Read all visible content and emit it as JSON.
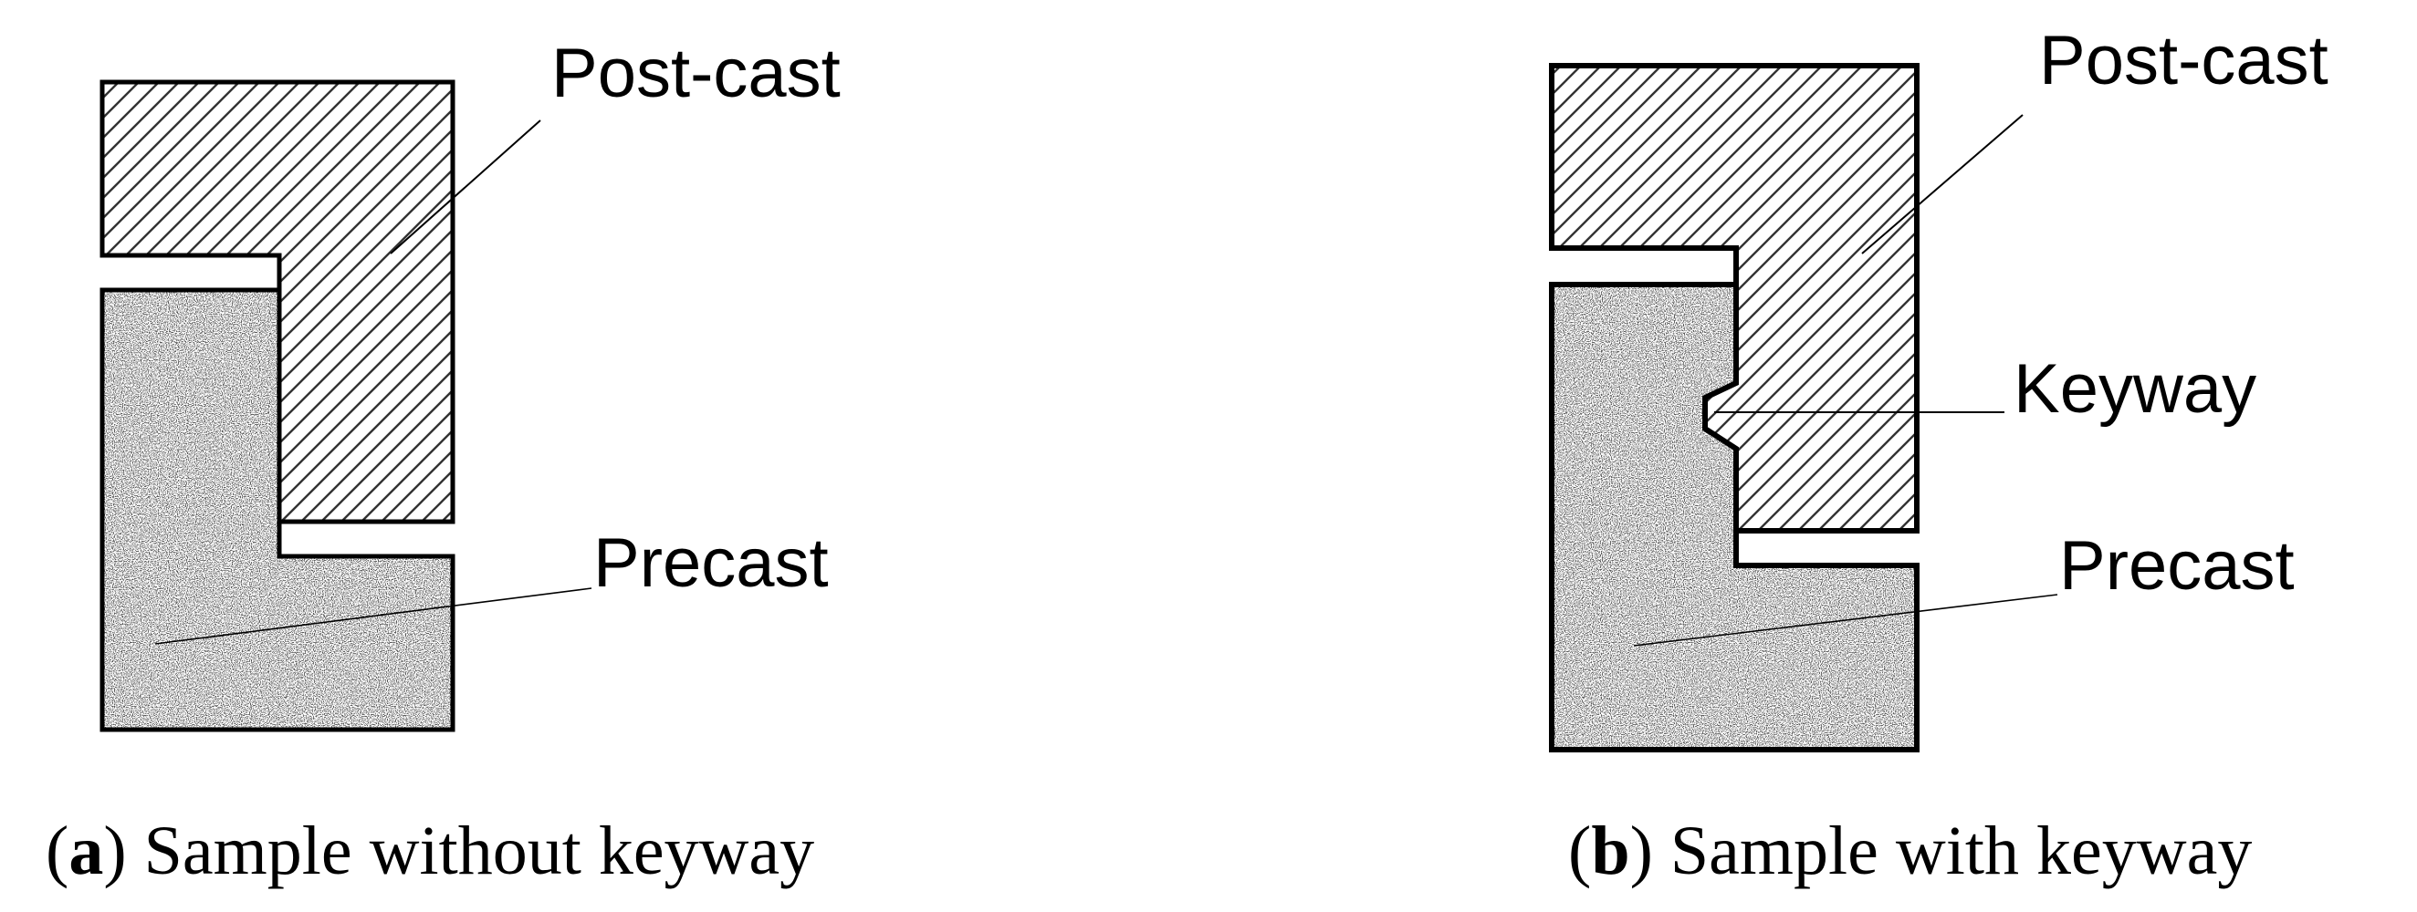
{
  "panels": [
    {
      "labels": {
        "post_cast": "Post-cast",
        "precast": "Precast"
      },
      "caption": {
        "open": "(",
        "letter": "a",
        "close": ")",
        "text": " Sample without keyway"
      }
    },
    {
      "labels": {
        "post_cast": "Post-cast",
        "keyway": "Keyway",
        "precast": "Precast"
      },
      "caption": {
        "open": "(",
        "letter": "b",
        "close": ")",
        "text": " Sample with keyway"
      }
    }
  ],
  "colors": {
    "outline": "#000000",
    "hatch": "#333333",
    "stipple": "#1a1a1a",
    "background": "#ffffff"
  }
}
